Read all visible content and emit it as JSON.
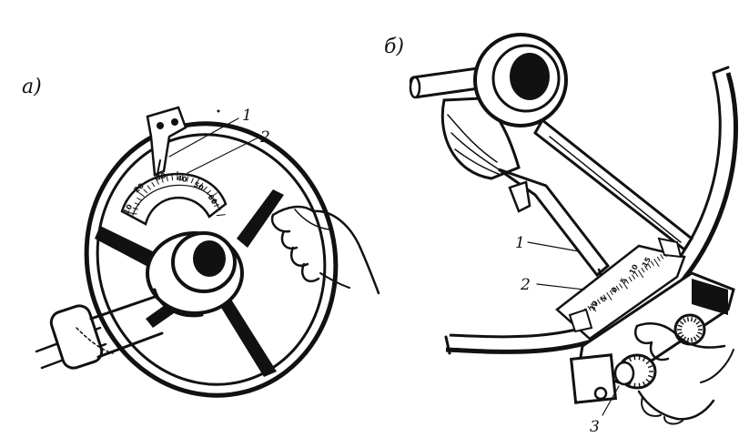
{
  "panels": [
    {
      "label": "а)",
      "callouts": [
        "1",
        "2"
      ],
      "scale_numbers": [
        "10",
        "20",
        "30",
        "40",
        "50",
        "60"
      ]
    },
    {
      "label": "б)",
      "callouts": [
        "1",
        "2",
        "3"
      ],
      "scale_numbers": [
        "15",
        "10",
        "5",
        "0",
        "5",
        "10",
        "15"
      ]
    }
  ],
  "colors": {
    "ink": "#111111",
    "paper": "#ffffff"
  }
}
